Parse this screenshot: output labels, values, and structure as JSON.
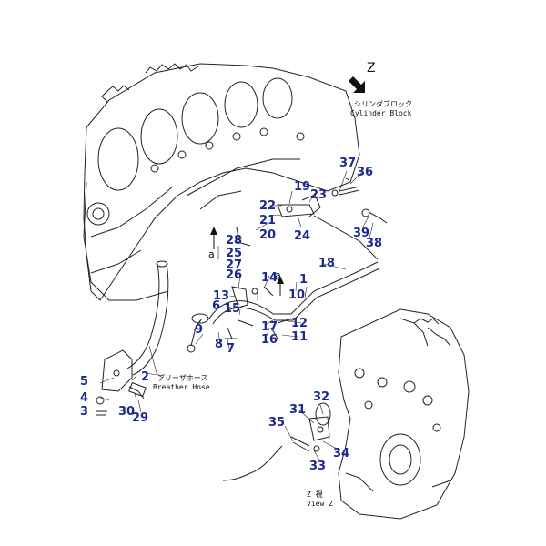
{
  "labels": {
    "z_marker": "Z",
    "cylinder_block_jp": "シリンダブロック",
    "cylinder_block_en": "Cylinder Block",
    "breather_hose_jp": "ブリーザホース",
    "breather_hose_en": "Breather Hose",
    "view_z_jp": "Z 視",
    "view_z_en": "View Z",
    "ref_a_upper": "a",
    "ref_a_lower": "a"
  },
  "part_numbers": [
    "1",
    "2",
    "3",
    "4",
    "5",
    "6",
    "7",
    "8",
    "9",
    "10",
    "11",
    "12",
    "13",
    "14",
    "15",
    "16",
    "17",
    "18",
    "19",
    "20",
    "21",
    "22",
    "23",
    "24",
    "25",
    "26",
    "27",
    "28",
    "29",
    "30",
    "31",
    "32",
    "33",
    "34",
    "35",
    "36",
    "37",
    "38",
    "39"
  ],
  "colors": {
    "callout": "#1b2a8c",
    "line": "#222222"
  }
}
